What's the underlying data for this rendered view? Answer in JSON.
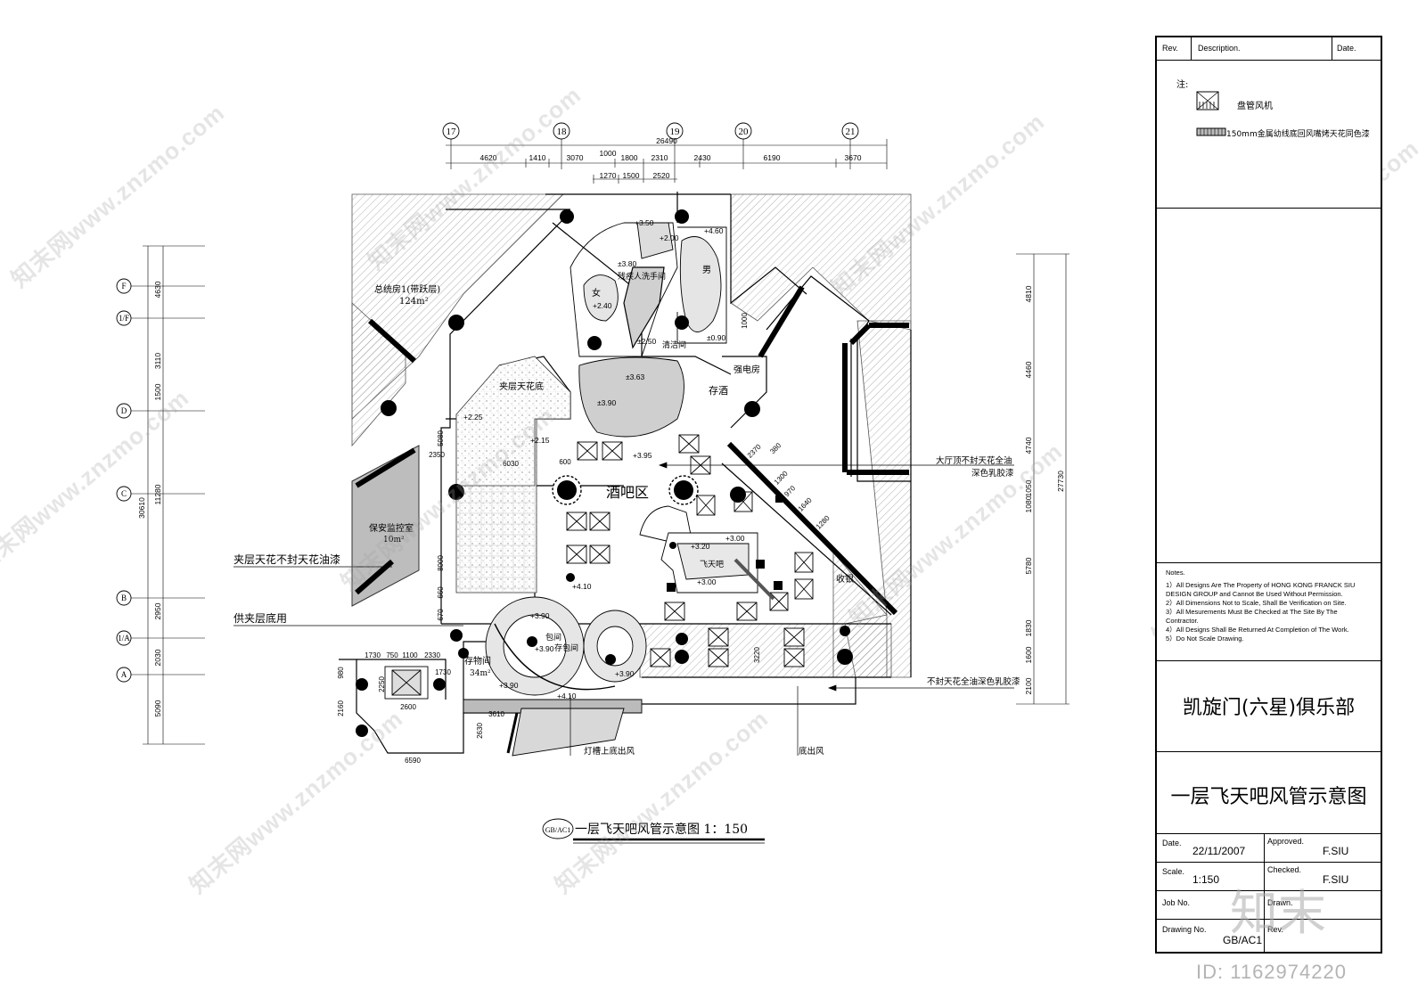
{
  "drawing": {
    "title": "一层飞天吧风管示意图 1：150",
    "title_tag": "GB/AC1",
    "grid_axes_top": [
      "17",
      "18",
      "19",
      "20",
      "21"
    ],
    "grid_axes_left": [
      "F",
      "1/F",
      "D",
      "C",
      "B",
      "1/A",
      "A"
    ],
    "dims_top_total": "26490",
    "dims_top_row1": [
      "4620",
      "1410",
      "3070",
      "1800",
      "2310",
      "2430",
      "6190",
      "3670"
    ],
    "dims_top_row1b": "1000",
    "dims_top_row2": [
      "1270",
      "1500",
      "2520"
    ],
    "dims_left_total": "30610",
    "dims_left": [
      "4630",
      "3110",
      "1500",
      "11280",
      "2950",
      "2030",
      "5090"
    ],
    "dims_right_total": "27730",
    "dims_right": [
      "4810",
      "4460",
      "4740",
      "1080",
      "1050",
      "5780",
      "1830",
      "1600",
      "2100"
    ],
    "dims_bottom": [
      "1730",
      "750",
      "1100",
      "2330",
      "1730",
      "6590",
      "3610",
      "2630",
      "2160",
      "980",
      "2250",
      "2600"
    ],
    "dims_inner": [
      "2350",
      "6030",
      "5080",
      "8000",
      "670",
      "660",
      "2370",
      "380",
      "1300",
      "970",
      "1640",
      "1280",
      "3220",
      "600",
      "1000"
    ],
    "rooms": {
      "suite": "总统房1(带跃层)",
      "suite_area": "124m²",
      "mezz_ceiling": "夹层天花底",
      "bar": "酒吧区",
      "wine": "存酒",
      "electric": "强电房",
      "cleaning": "清洁间",
      "female": "女",
      "male": "男",
      "disabled_wc": "残疾人洗手间",
      "security": "保安监控室",
      "security_area": "10m²",
      "storage": "存物间",
      "storage_area": "34m²",
      "cashier": "收银",
      "flying_bar": "飞天吧",
      "bag_room": "包间",
      "bag_room2": "存包间"
    },
    "levels": [
      "+3.50",
      "+2.00",
      "+4.60",
      "±3.80",
      "+2.40",
      "±0.90",
      "±2.50",
      "±3.63",
      "±3.90",
      "+2.25",
      "+2.15",
      "+3.95",
      "+3.20",
      "+3.00",
      "+3.00",
      "+4.10",
      "+3.90",
      "+3.90",
      "+3.90",
      "+4.10",
      "+3.90"
    ],
    "annotations": {
      "mezz_paint": "夹层天花不封天花油漆",
      "mezz_use": "供夹层底用",
      "hall_ceiling_1": "大厅顶不封天花全油",
      "hall_ceiling_2": "深色乳胶漆",
      "open_ceiling": "不封天花全油深色乳胶漆",
      "light_slot": "灯槽上底出风",
      "bottom_outlet": "底出风"
    }
  },
  "legend": {
    "header_rev": "Rev.",
    "header_desc": "Description.",
    "header_date": "Date.",
    "note_label": "注:",
    "items": [
      {
        "icon": "fan-coil-icon",
        "label": "盘管风机"
      },
      {
        "icon": "return-air-grille-icon",
        "label": "150mm金属幼线底回风嘴烤天花同色漆"
      }
    ]
  },
  "notes": {
    "title": "Notes.",
    "items": [
      "1）All Designs Are The Property of HONG KONG FRANCK SIU DESIGN GROUP and Cannot Be Used Without Permission.",
      "2）All Dimensions Not to Scale, Shall Be Verification on Site.",
      "3）All Mesurements Must Be Checked at The Site By The Contractor.",
      "4）All Designs Shall Be Returned At Completion of The Work.",
      "5）Do Not Scale Drawing."
    ]
  },
  "title_block": {
    "project": "凯旋门(六星)俱乐部",
    "sheet_title": "一层飞天吧风管示意图",
    "date_label": "Date.",
    "date": "22/11/2007",
    "approved_label": "Approved.",
    "approved": "F.SIU",
    "scale_label": "Scale.",
    "scale": "1:150",
    "checked_label": "Checked.",
    "checked": "F.SIU",
    "job_label": "Job No.",
    "drawn_label": "Drawn.",
    "drawing_no_label": "Drawing No.",
    "drawing_no": "GB/AC1",
    "rev_label": "Rev."
  },
  "watermark": {
    "text": "知末网www.znzmo.com",
    "logo": "知末",
    "id": "ID: 1162974220"
  }
}
